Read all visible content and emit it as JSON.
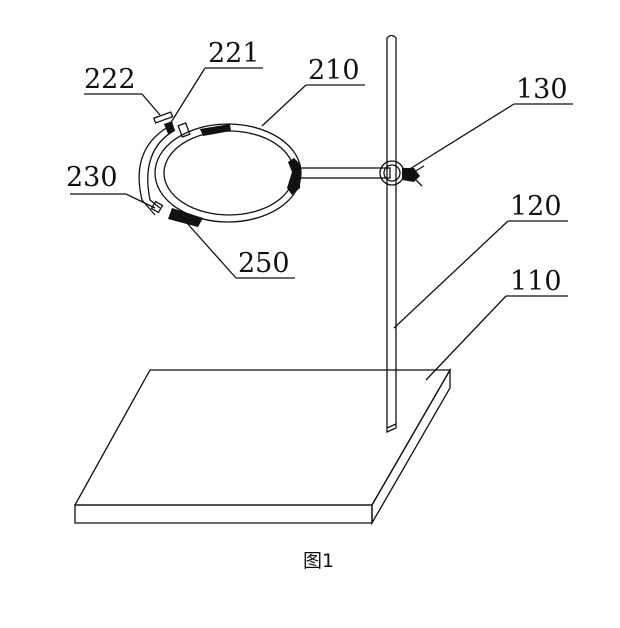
{
  "figure": {
    "caption": "图1",
    "labels": {
      "l222": "222",
      "l221": "221",
      "l210": "210",
      "l130": "130",
      "l120": "120",
      "l110": "110",
      "l230": "230",
      "l250": "250"
    }
  }
}
